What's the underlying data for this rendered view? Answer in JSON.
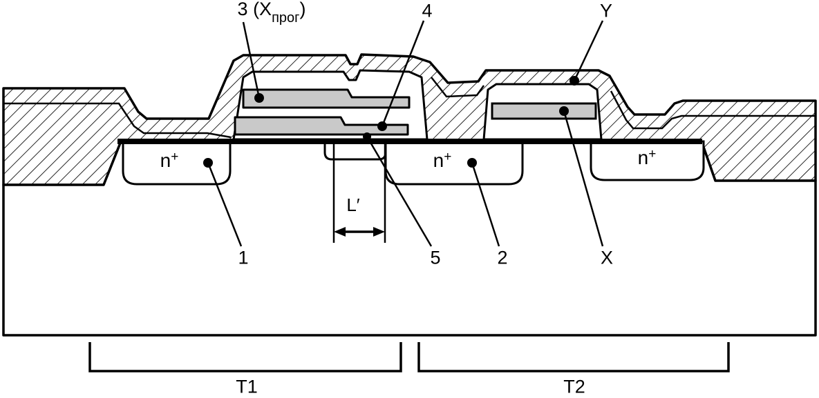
{
  "figure": {
    "labels": {
      "gate3_prefix": "3 (X",
      "gate3_sub": "прог",
      "gate3_suffix": ")",
      "gate4": "4",
      "layer_y": "Y",
      "region1": "1",
      "oxide5": "5",
      "region2": "2",
      "gate_x": "X",
      "channel_length": "L′",
      "transistor1": "T1",
      "transistor2": "T2",
      "nplus_base": "n",
      "nplus_sup": "+"
    },
    "colors": {
      "gate_fill": "#c9c9c9",
      "line": "#000000",
      "background": "#ffffff"
    }
  }
}
